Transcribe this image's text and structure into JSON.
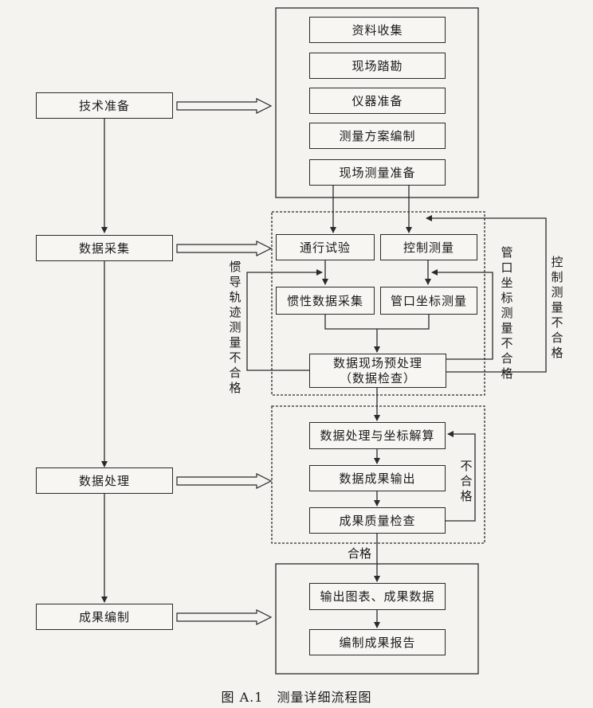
{
  "stages": {
    "tech_prep": "技术准备",
    "data_collect": "数据采集",
    "data_process": "数据处理",
    "result_compile": "成果编制"
  },
  "group1": {
    "collect_info": "资料收集",
    "site_survey": "现场踏勘",
    "instrument_prep": "仪器准备",
    "plan_compile": "测量方案编制",
    "site_measure_prep": "现场测量准备"
  },
  "group2": {
    "pass_test": "通行试验",
    "control_survey": "控制测量",
    "inertial_collect": "惯性数据采集",
    "pipe_coord_survey": "管口坐标测量",
    "preprocess_line1": "数据现场预处理",
    "preprocess_line2": "（数据检查）"
  },
  "group3": {
    "process_calc": "数据处理与坐标解算",
    "output": "数据成果输出",
    "quality_check": "成果质量检查"
  },
  "group4": {
    "output_charts": "输出图表、成果数据",
    "report": "编制成果报告"
  },
  "labels": {
    "inertial_fail": "惯导轨迹测量不合格",
    "pipe_fail": "管口坐标测量不合格",
    "control_fail": "控制测量不合格",
    "fail": "不合格",
    "pass": "合格"
  },
  "caption": "图 A.1　测量详细流程图"
}
